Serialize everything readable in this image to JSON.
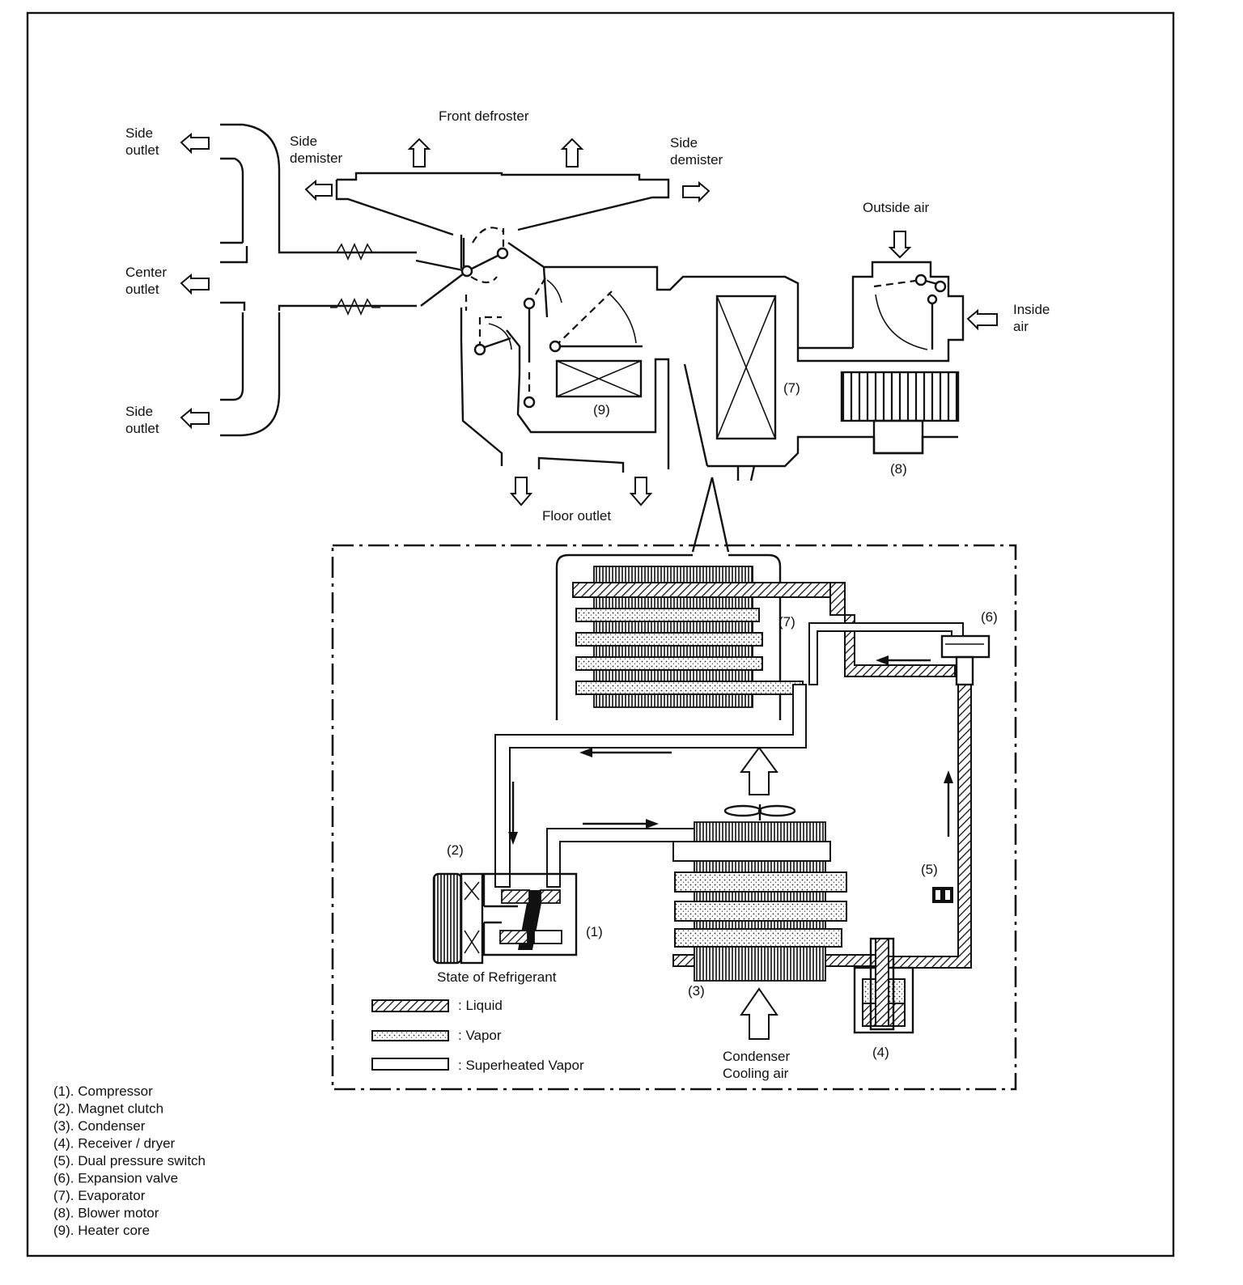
{
  "hvac_labels": {
    "side_outlet": "Side\noutlet",
    "center_outlet": "Center\noutlet",
    "side_demister": "Side\ndemister",
    "front_defroster": "Front defroster",
    "outside_air": "Outside air",
    "inside_air": "Inside\nair",
    "floor_outlet": "Floor outlet"
  },
  "callouts": {
    "compressor": "(1)",
    "magnet_clutch": "(2)",
    "condenser": "(3)",
    "receiver_dryer": "(4)",
    "dual_pressure_switch": "(5)",
    "expansion_valve": "(6)",
    "evaporator": "(7)",
    "blower_motor": "(8)",
    "heater_core": "(9)"
  },
  "refrigerant_state": {
    "title": "State of Refrigerant",
    "liquid": ": Liquid",
    "vapor": ": Vapor",
    "superheated_vapor": ": Superheated Vapor"
  },
  "condenser_air": "Condenser\nCooling air",
  "legend": [
    "(1).  Compressor",
    "(2).  Magnet clutch",
    "(3).  Condenser",
    "(4).  Receiver / dryer",
    "(5).  Dual pressure switch",
    "(6).  Expansion valve",
    "(7).  Evaporator",
    "(8).  Blower motor",
    "(9).  Heater core"
  ]
}
